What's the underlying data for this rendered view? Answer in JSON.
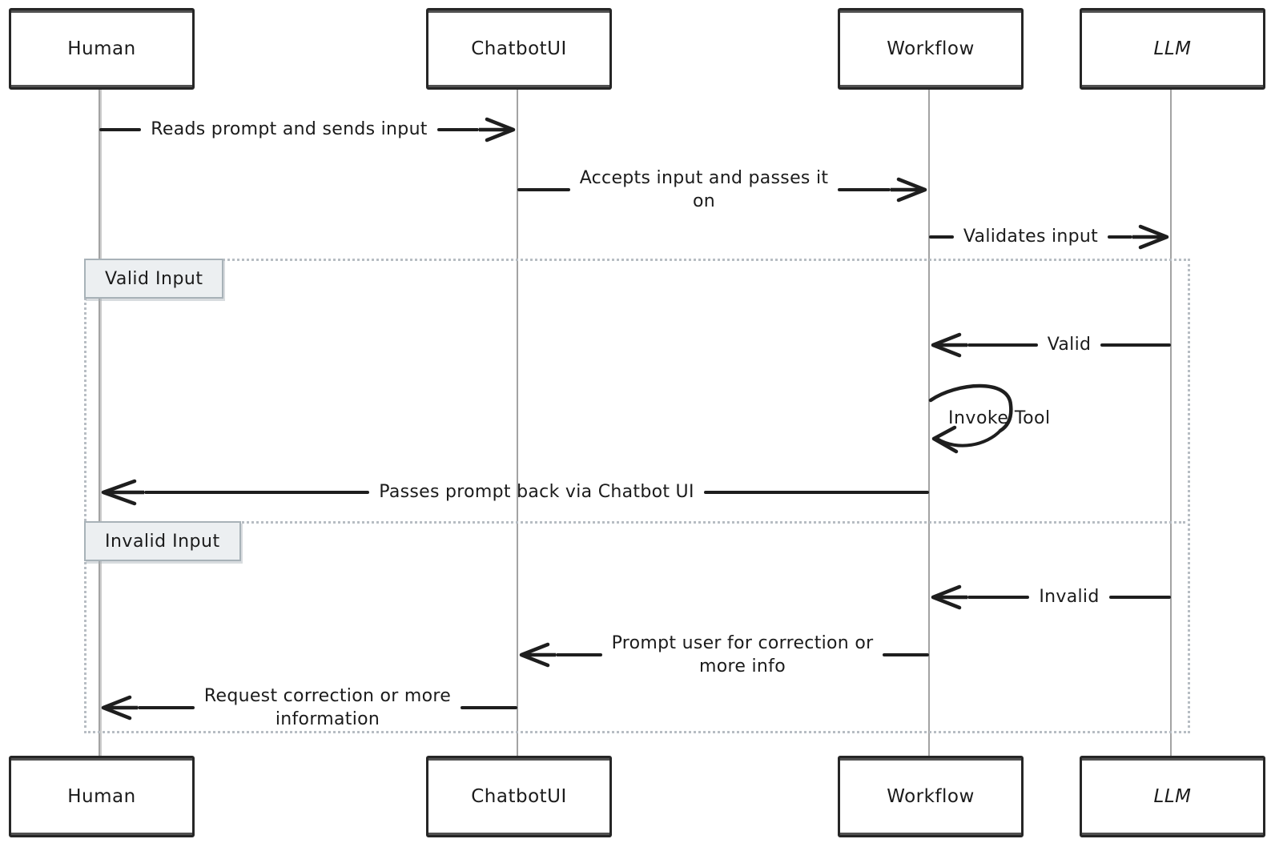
{
  "diagram": {
    "type": "sequence-diagram",
    "actors": [
      {
        "id": "human",
        "label": "Human"
      },
      {
        "id": "chatbotui",
        "label": "ChatbotUI"
      },
      {
        "id": "workflow",
        "label": "Workflow"
      },
      {
        "id": "llm",
        "label": "LLM"
      }
    ],
    "messages": [
      {
        "from": "Human",
        "to": "ChatbotUI",
        "direction": "right",
        "label": "Reads prompt and sends input"
      },
      {
        "from": "ChatbotUI",
        "to": "Workflow",
        "direction": "right",
        "label": "Accepts input and passes it\non"
      },
      {
        "from": "Workflow",
        "to": "LLM",
        "direction": "right",
        "label": "Validates input"
      },
      {
        "from": "LLM",
        "to": "Workflow",
        "direction": "left",
        "label": "Valid"
      },
      {
        "from": "Workflow",
        "to": "Workflow",
        "direction": "self",
        "label": "Invoke Tool"
      },
      {
        "from": "Workflow",
        "to": "Human",
        "direction": "left",
        "label": "Passes prompt back via Chatbot UI"
      },
      {
        "from": "LLM",
        "to": "Workflow",
        "direction": "left",
        "label": "Invalid"
      },
      {
        "from": "Workflow",
        "to": "ChatbotUI",
        "direction": "left",
        "label": "Prompt user for correction or\nmore info"
      },
      {
        "from": "ChatbotUI",
        "to": "Human",
        "direction": "left",
        "label": "Request correction or more\ninformation"
      }
    ],
    "sections": [
      {
        "label": "Valid Input"
      },
      {
        "label": "Invalid Input"
      }
    ]
  },
  "colors": {
    "background": "#ffffff",
    "text": "#1b1b1b",
    "arrow": "#1e1e1e",
    "actor_border": "#262626",
    "lifeline": "#a3a3a3",
    "frame_dotted": "#b7bdc3",
    "section_fill": "#eceff1",
    "section_border": "#a8b2b8"
  }
}
